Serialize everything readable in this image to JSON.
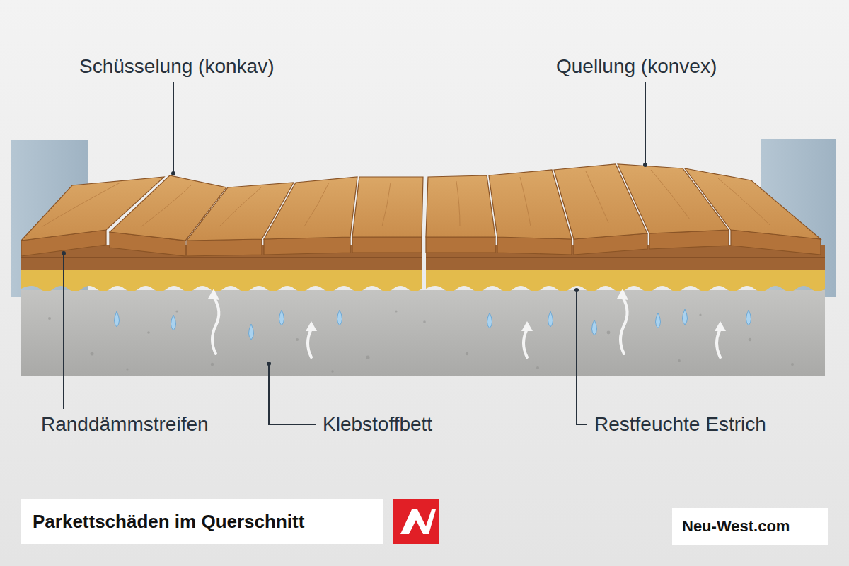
{
  "diagram": {
    "title": "Parkettschäden im Querschnitt",
    "labels": [
      "Schüsselung (konkav)",
      "Quellung (konvex)",
      "Randdämmstreifen",
      "Klebstoffbett",
      "Restfeuchte Estrich",
      "Neu-West.com"
    ]
  }
}
